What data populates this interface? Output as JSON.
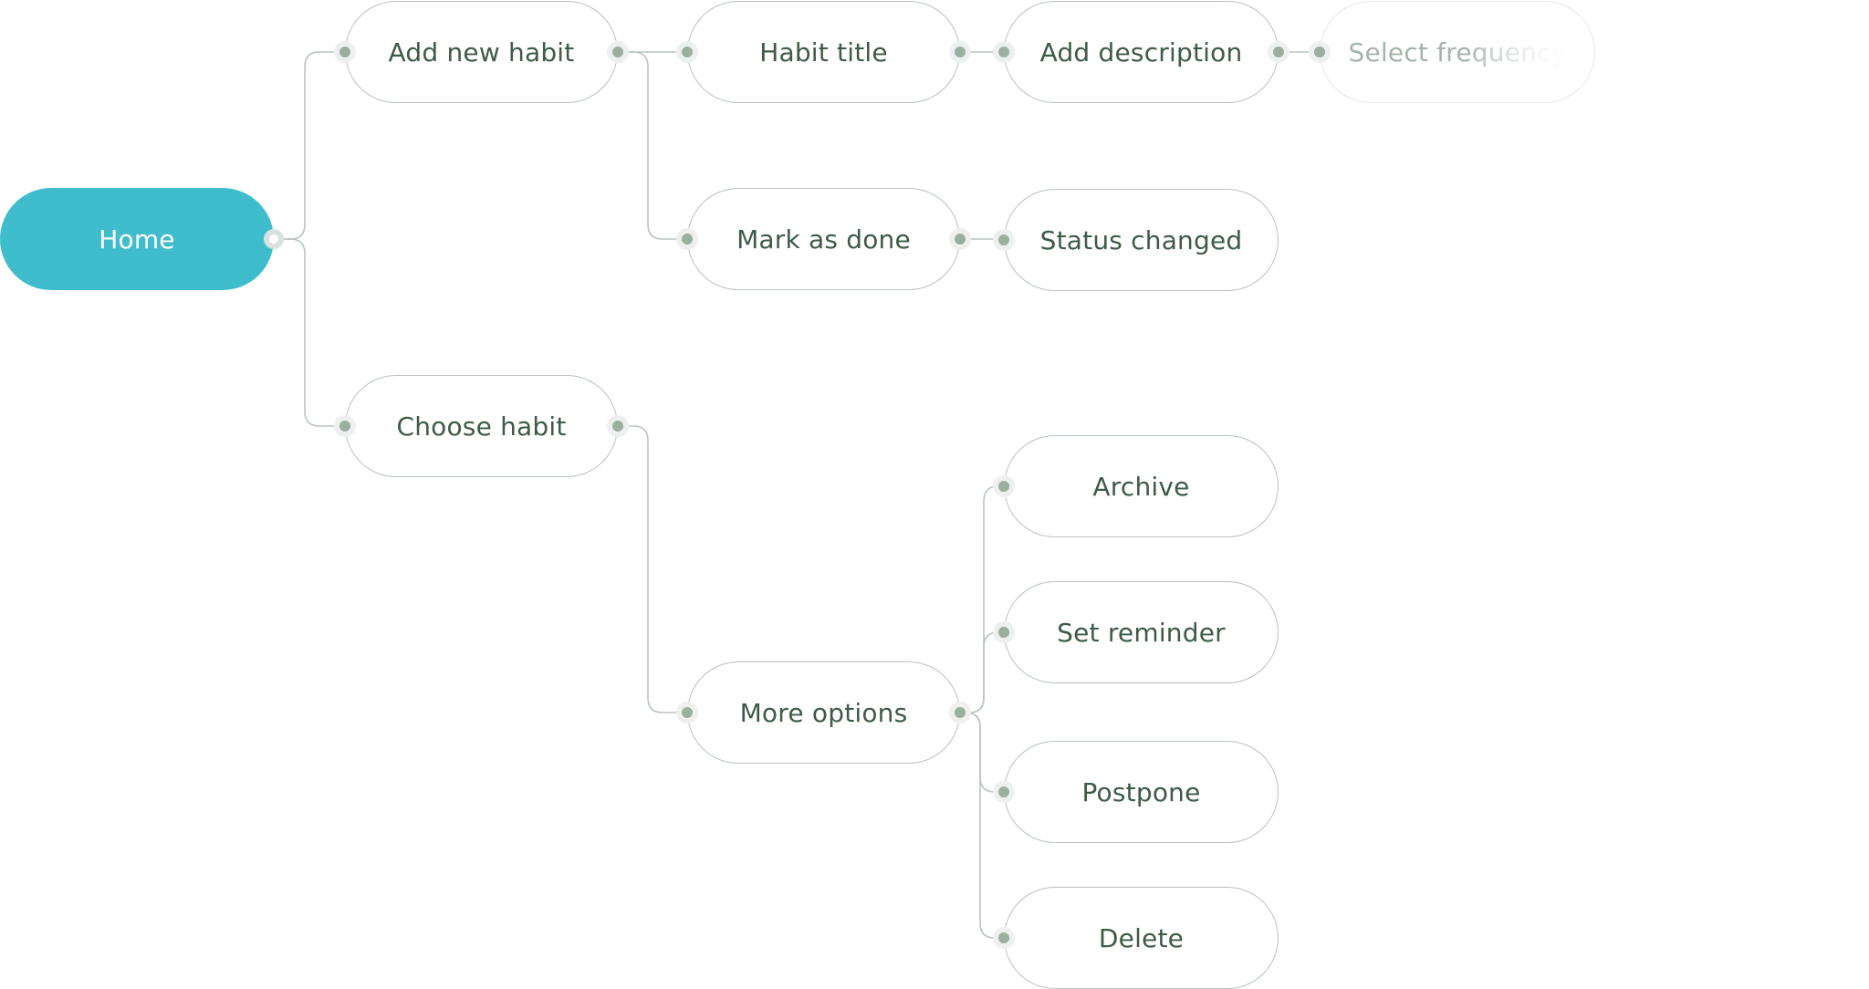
{
  "diagram": {
    "root": {
      "label": "Home"
    },
    "nodes": {
      "add_new_habit": "Add new habit",
      "habit_title": "Habit title",
      "add_description": "Add description",
      "select_frequency": "Select frequency",
      "mark_as_done": "Mark as done",
      "status_changed": "Status changed",
      "choose_habit": "Choose habit",
      "more_options": "More options",
      "archive": "Archive",
      "set_reminder": "Set reminder",
      "postpone": "Postpone",
      "delete": "Delete"
    },
    "edges": [
      [
        "home",
        "add_new_habit"
      ],
      [
        "home",
        "choose_habit"
      ],
      [
        "add_new_habit",
        "habit_title"
      ],
      [
        "add_new_habit",
        "mark_as_done"
      ],
      [
        "habit_title",
        "add_description"
      ],
      [
        "add_description",
        "select_frequency"
      ],
      [
        "mark_as_done",
        "status_changed"
      ],
      [
        "choose_habit",
        "more_options"
      ],
      [
        "more_options",
        "archive"
      ],
      [
        "more_options",
        "set_reminder"
      ],
      [
        "more_options",
        "postpone"
      ],
      [
        "more_options",
        "delete"
      ]
    ]
  },
  "colors": {
    "root_fill": "#3fbdcc",
    "node_border": "#b9c3c0",
    "node_text": "#3e5b47",
    "connector": "#bac4c0",
    "port": "#9aaf9f"
  }
}
